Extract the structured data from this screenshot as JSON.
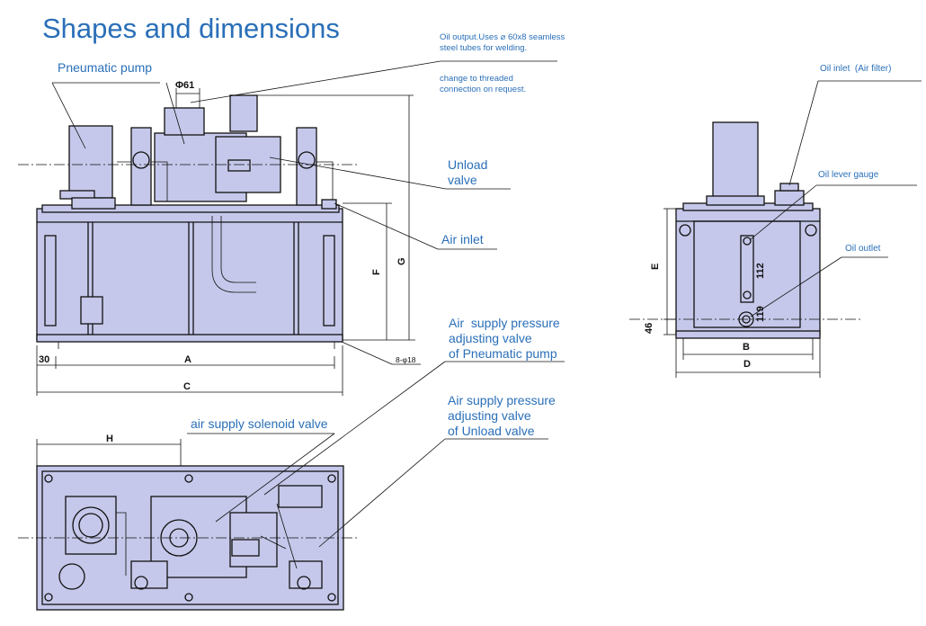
{
  "title": "Shapes and dimensions",
  "callouts": {
    "pneumatic_pump": "Pneumatic pump",
    "oil_output_1": "Oil output.Uses ⌀ 60x8 seamless",
    "oil_output_2": "steel tubes for welding.",
    "threaded_1": "change to threaded",
    "threaded_2": "connection on request.",
    "unload_1": "Unload",
    "unload_2": "valve",
    "air_inlet": "Air inlet",
    "pp_adj_1": "Air  supply pressure",
    "pp_adj_2": "adjusting valve",
    "pp_adj_3": "of Pneumatic pump",
    "solenoid": "air supply solenoid valve",
    "uv_adj_1": "Air supply pressure",
    "uv_adj_2": "adjusting valve",
    "uv_adj_3": "of Unload valve",
    "oil_inlet": "Oil inlet  (Air filter)",
    "oil_lever": "Oil lever gauge",
    "oil_outlet": "Oil outlet"
  },
  "dimensions": {
    "phi61": "Φ61",
    "A": "A",
    "C": "C",
    "d30": "30",
    "F": "F",
    "G": "G",
    "holes": "8-φ18",
    "H": "H",
    "E": "E",
    "B": "B",
    "D": "D",
    "d46": "46",
    "d112": "112",
    "d119": "119"
  },
  "colors": {
    "accent": "#2a6fb8",
    "fill": "#c5c8ea",
    "line": "#111111"
  }
}
